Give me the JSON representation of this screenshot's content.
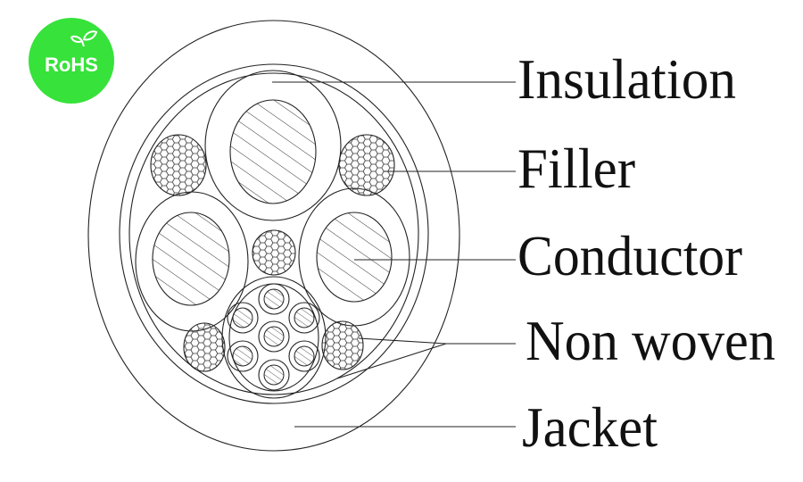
{
  "badge": {
    "text": "RoHS",
    "icon": "leaf-icon",
    "color": "#37e23a",
    "text_color": "#ffffff"
  },
  "labels": {
    "insulation": "Insulation",
    "filler": "Filler",
    "conductor": "Conductor",
    "non_woven": "Non woven",
    "jacket": "Jacket"
  },
  "colors": {
    "line": "#222222",
    "text": "#111111",
    "background": "#ffffff"
  }
}
